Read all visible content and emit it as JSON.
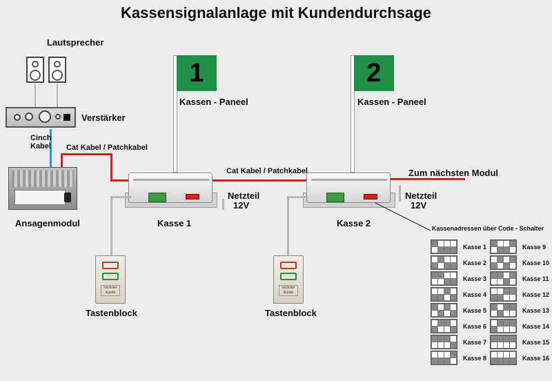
{
  "title": "Kassensignalanlage mit Kundendurchsage",
  "labels": {
    "lautsprecher": "Lautsprecher",
    "verstaerker": "Verstärker",
    "cinch_l1": "Cinch",
    "cinch_l2": "Kabel",
    "cat_kabel_1": "Cat Kabel / Patchkabel",
    "cat_kabel_2": "Cat Kabel / Patchkabel",
    "zum_naechsten": "Zum nächsten Modul",
    "ansagenmodul": "Ansagenmodul",
    "kasse1": "Kasse 1",
    "kasse2": "Kasse 2",
    "netzteil_1a": "Netzteil",
    "netzteil_1b": "12V",
    "netzteil_2a": "Netzteil",
    "netzteil_2b": "12V",
    "paneel_1": "Kassen - Paneel",
    "paneel_2": "Kassen - Paneel",
    "flag_1": "1",
    "flag_2": "2",
    "tastenblock_1": "Tastenblock",
    "tastenblock_2": "Tastenblock",
    "adressen_title": "Kassenadressen über Code - Schalter",
    "taste_text": "nächster Kunde"
  },
  "addresses": [
    {
      "label": "Kasse 1",
      "bits": [
        1,
        0,
        0,
        0
      ]
    },
    {
      "label": "Kasse 2",
      "bits": [
        0,
        1,
        0,
        0
      ]
    },
    {
      "label": "Kasse 3",
      "bits": [
        1,
        1,
        0,
        0
      ]
    },
    {
      "label": "Kasse 4",
      "bits": [
        0,
        0,
        1,
        0
      ]
    },
    {
      "label": "Kasse 5",
      "bits": [
        1,
        0,
        1,
        0
      ]
    },
    {
      "label": "Kasse 6",
      "bits": [
        0,
        1,
        1,
        0
      ]
    },
    {
      "label": "Kasse 7",
      "bits": [
        1,
        1,
        1,
        0
      ]
    },
    {
      "label": "Kasse 8",
      "bits": [
        0,
        0,
        0,
        1
      ]
    },
    {
      "label": "Kasse 9",
      "bits": [
        1,
        0,
        0,
        1
      ]
    },
    {
      "label": "Kasse 10",
      "bits": [
        0,
        1,
        0,
        1
      ]
    },
    {
      "label": "Kasse 11",
      "bits": [
        1,
        1,
        0,
        1
      ]
    },
    {
      "label": "Kasse 12",
      "bits": [
        0,
        0,
        1,
        1
      ]
    },
    {
      "label": "Kasse 13",
      "bits": [
        1,
        0,
        1,
        1
      ]
    },
    {
      "label": "Kasse 14",
      "bits": [
        0,
        1,
        1,
        1
      ]
    },
    {
      "label": "Kasse 15",
      "bits": [
        1,
        1,
        1,
        1
      ]
    },
    {
      "label": "Kasse 16",
      "bits": [
        0,
        0,
        0,
        0
      ]
    }
  ],
  "colors": {
    "cat_cable": "#d42020",
    "cinch_cable": "#1aa0d8",
    "flag": "#1f8f4a"
  }
}
